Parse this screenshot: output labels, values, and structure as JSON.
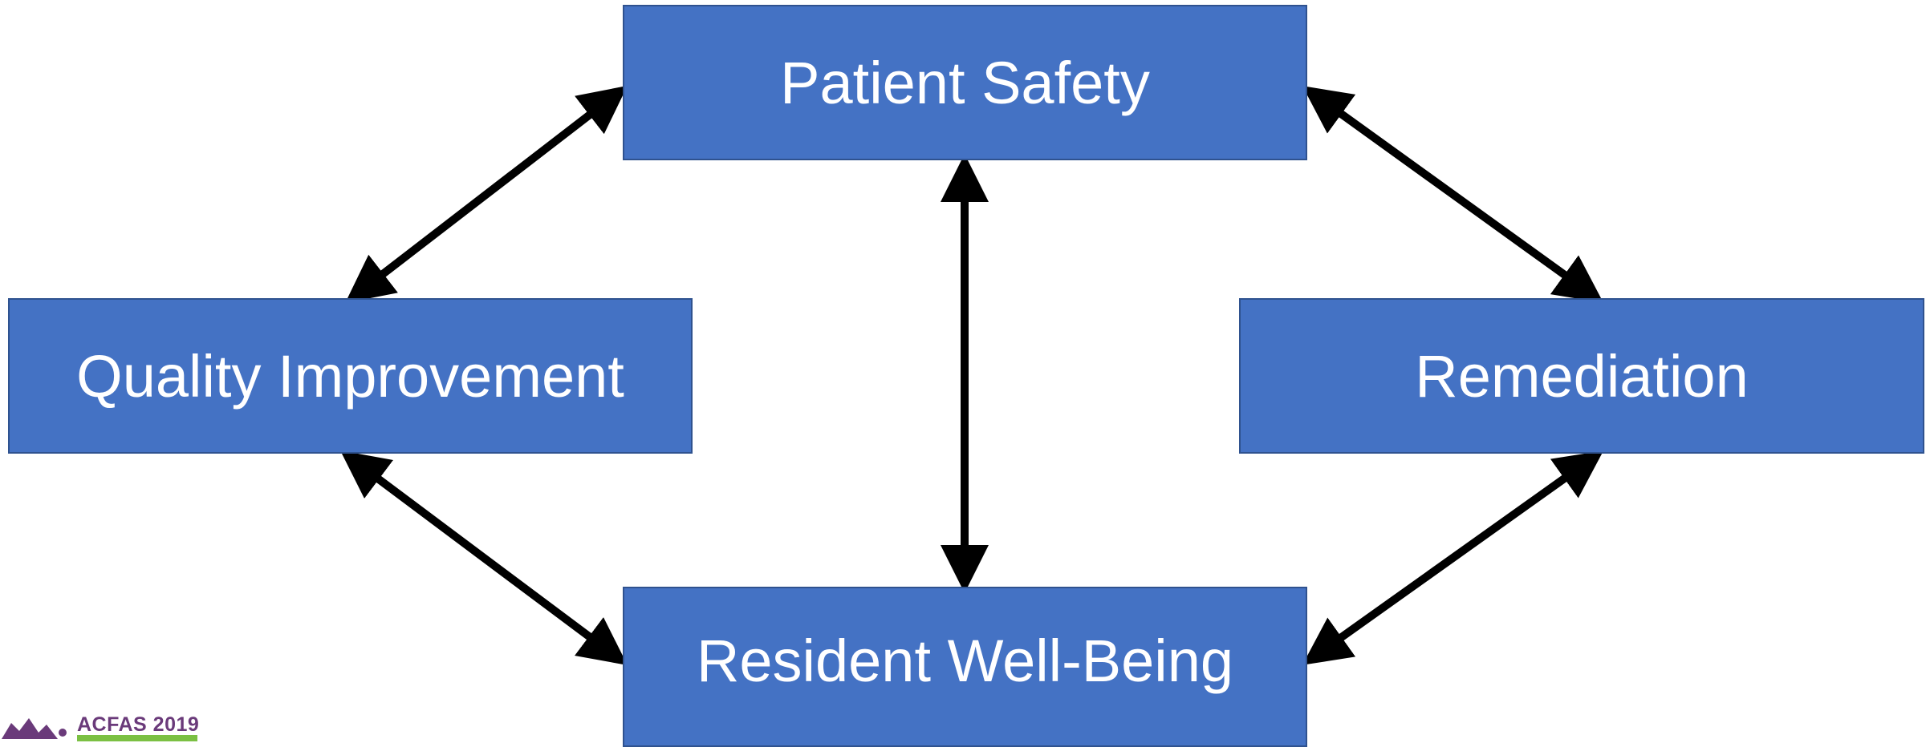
{
  "diagram": {
    "nodes": [
      {
        "id": "patient-safety",
        "label": "Patient Safety"
      },
      {
        "id": "quality-improvement",
        "label": "Quality Improvement"
      },
      {
        "id": "remediation",
        "label": "Remediation"
      },
      {
        "id": "resident-well-being",
        "label": "Resident Well-Being"
      }
    ],
    "edges": [
      {
        "from": "patient-safety",
        "to": "quality-improvement",
        "direction": "bidirectional"
      },
      {
        "from": "patient-safety",
        "to": "remediation",
        "direction": "bidirectional"
      },
      {
        "from": "patient-safety",
        "to": "resident-well-being",
        "direction": "bidirectional"
      },
      {
        "from": "quality-improvement",
        "to": "resident-well-being",
        "direction": "bidirectional"
      },
      {
        "from": "remediation",
        "to": "resident-well-being",
        "direction": "bidirectional"
      }
    ]
  },
  "logo": {
    "text": "ACFAS 2019"
  },
  "colors": {
    "box_fill": "#4472c4",
    "box_border": "#2f528f",
    "box_text": "#ffffff",
    "arrow": "#000000"
  }
}
